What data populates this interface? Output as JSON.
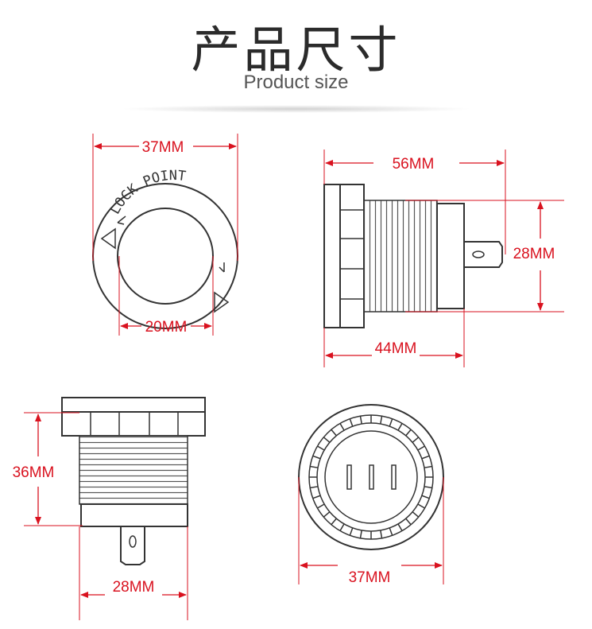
{
  "header": {
    "title_cn": "产品尺寸",
    "title_en": "Product size"
  },
  "colors": {
    "dimension": "#d9121f",
    "outline": "#333333",
    "body_fill": "#ffffff"
  },
  "views": {
    "front_view": {
      "outer_diameter": "37MM",
      "inner_diameter": "20MM",
      "ring_text": "LOCK POINT"
    },
    "side_view_top": {
      "total_length": "56MM",
      "thread_length": "44MM",
      "thread_diameter": "28MM"
    },
    "side_view_bottom": {
      "height": "36MM",
      "width": "28MM"
    },
    "rear_view": {
      "diameter": "37MM"
    }
  }
}
